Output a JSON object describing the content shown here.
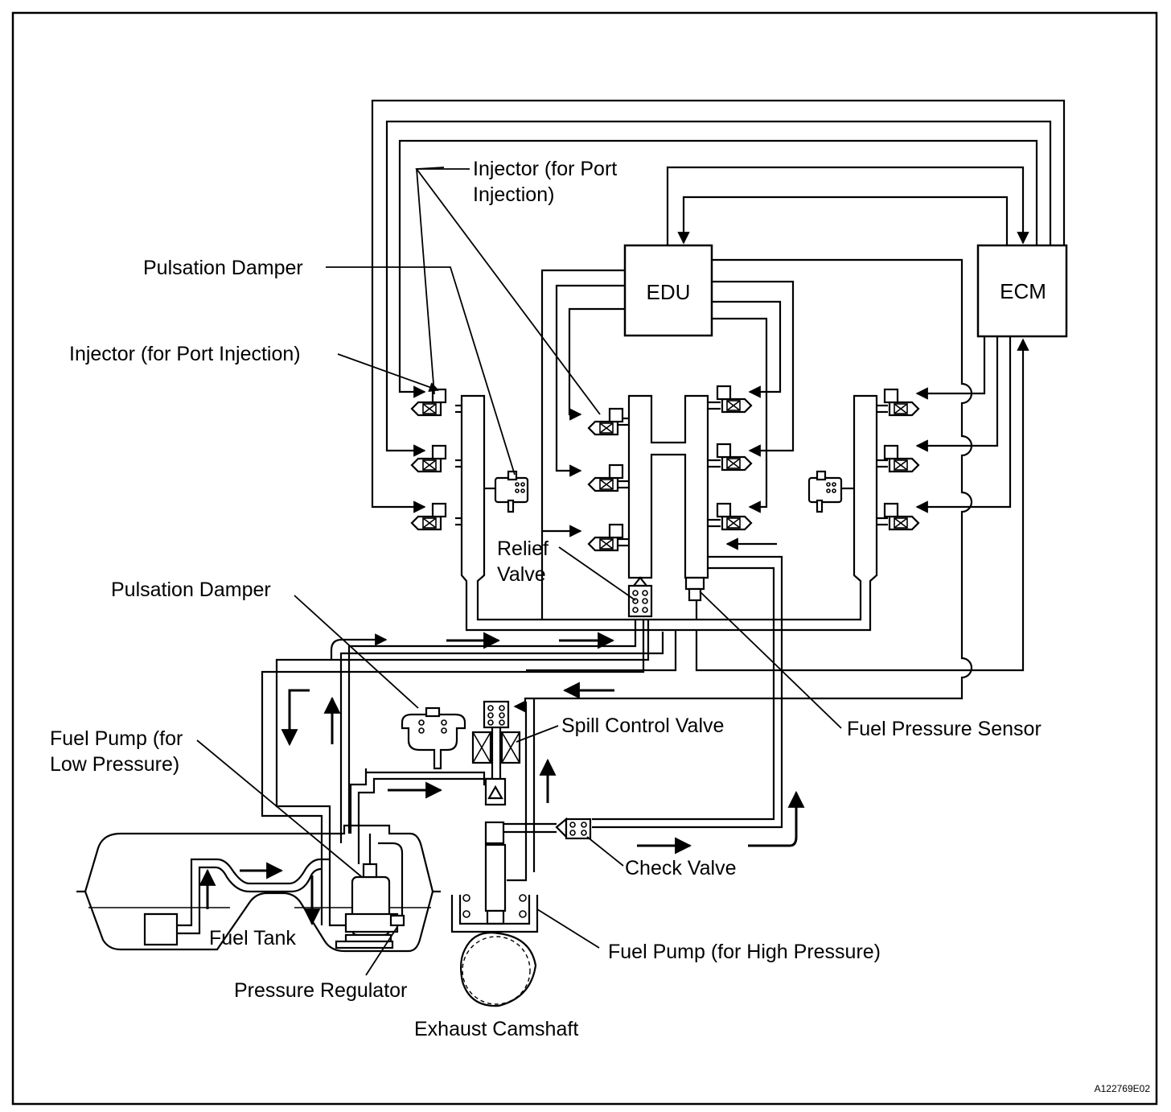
{
  "figure_code": "A122769E02",
  "components": {
    "edu": "EDU",
    "ecm": "ECM"
  },
  "labels": {
    "injector_port_top_line1": "Injector (for Port",
    "injector_port_top_line2": "Injection)",
    "pulsation_damper_upper": "Pulsation Damper",
    "injector_port_left": "Injector (for Port Injection)",
    "relief_valve_line1": "Relief",
    "relief_valve_line2": "Valve",
    "pulsation_damper_lower": "Pulsation Damper",
    "spill_control_valve": "Spill Control Valve",
    "fuel_pressure_sensor": "Fuel Pressure Sensor",
    "fuel_pump_low_line1": "Fuel Pump (for",
    "fuel_pump_low_line2": "Low Pressure)",
    "check_valve": "Check Valve",
    "fuel_tank": "Fuel Tank",
    "fuel_pump_high": "Fuel Pump (for High Pressure)",
    "pressure_regulator": "Pressure Regulator",
    "exhaust_camshaft": "Exhaust Camshaft"
  }
}
